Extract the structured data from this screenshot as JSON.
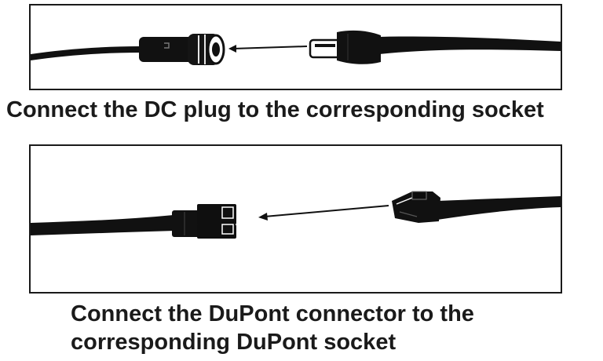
{
  "panels": [
    {
      "id": "dc",
      "caption": "Connect the DC plug to the corresponding socket",
      "icons": [
        "dc-socket-cable-icon",
        "dc-plug-cable-icon",
        "arrow-left-icon"
      ]
    },
    {
      "id": "dupont",
      "caption_lines": [
        "Connect the DuPont connector to the",
        "corresponding DuPont socket"
      ],
      "icons": [
        "dupont-socket-cable-icon",
        "dupont-connector-cable-icon",
        "arrow-left-icon"
      ]
    }
  ],
  "colors": {
    "border": "#1a1a1a",
    "cable": "#111111",
    "text": "#1a1a1a",
    "background": "#ffffff"
  }
}
